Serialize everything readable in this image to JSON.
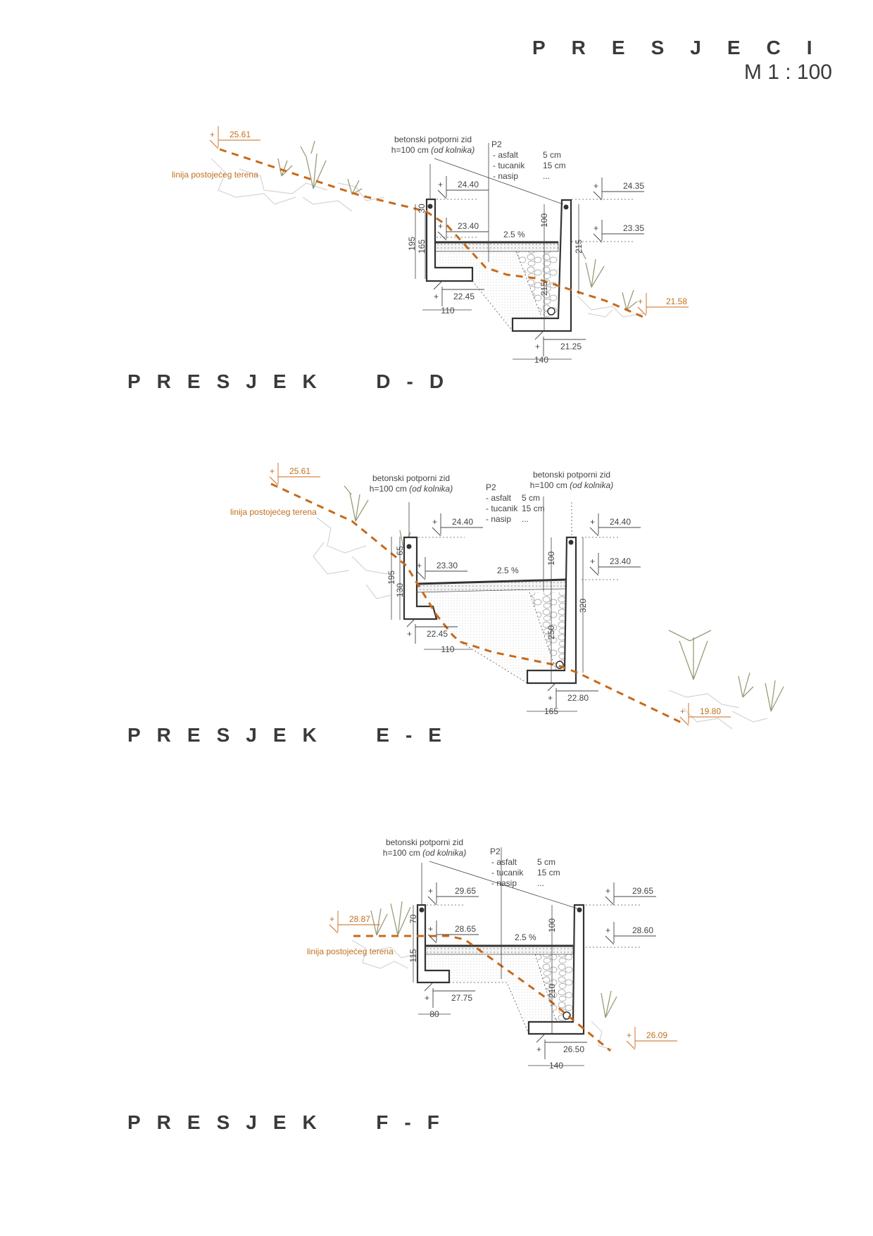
{
  "sheet": {
    "title": "PRESJECI",
    "scale": "M 1 : 100"
  },
  "plus": "+",
  "sections": [
    {
      "title": "PRESJEK  D-D",
      "wall_note_1": "betonski potporni zid",
      "wall_note_2": "h=100 cm",
      "wall_note_2_italic": "(od kolnika)",
      "p2": {
        "label": "P2",
        "layers": [
          "- asfalt",
          "- tucanik",
          "- nasip"
        ],
        "values": [
          "5 cm",
          "15 cm",
          "..."
        ]
      },
      "terrain_label": "linija postojećeg terena",
      "slope": "2.5 %",
      "elevations": {
        "terrain_top": "25.61",
        "left_wall_top": "24.40",
        "left_road": "23.40",
        "left_foot": "22.45",
        "right_wall_top": "24.35",
        "right_road": "23.35",
        "right_foot": "21.25",
        "terrain_bottom": "21.58"
      },
      "dims": {
        "left_foot_width": "110",
        "right_foot_width": "140",
        "left_total": "195",
        "left_inner": "165",
        "left_top": "30",
        "right_top": "100",
        "right_outer": "215",
        "right_inner": "215"
      }
    },
    {
      "title": "PRESJEK  E-E",
      "wall_note_1": "betonski potporni zid",
      "wall_note_2": "h=100 cm",
      "wall_note_2_italic": "(od kolnika)",
      "p2": {
        "label": "P2",
        "layers": [
          "- asfalt",
          "- tucanik",
          "- nasip"
        ],
        "values": [
          "5 cm",
          "15 cm",
          "..."
        ]
      },
      "terrain_label": "linija postojećeg terena",
      "slope": "2.5 %",
      "elevations": {
        "terrain_top": "25.61",
        "left_wall_top": "24.40",
        "left_road": "23.30",
        "left_foot": "22.45",
        "right_wall_top": "24.40",
        "right_road": "23.40",
        "right_foot": "22.80",
        "terrain_bottom": "19.80"
      },
      "dims": {
        "left_foot_width": "110",
        "right_foot_width": "165",
        "left_total": "195",
        "left_inner": "130",
        "left_top": "65",
        "right_top": "100",
        "right_outer": "320",
        "right_inner": "250"
      }
    },
    {
      "title": "PRESJEK  F-F",
      "wall_note_1": "betonski potporni zid",
      "wall_note_2": "h=100 cm",
      "wall_note_2_italic": "(od kolnika)",
      "p2": {
        "label": "P2",
        "layers": [
          "- asfalt",
          "- tucanik",
          "- nasip"
        ],
        "values": [
          "5 cm",
          "15 cm",
          "..."
        ]
      },
      "terrain_label": "linija postojećeg terena",
      "slope": "2.5 %",
      "elevations": {
        "terrain_top": "28.87",
        "left_wall_top": "29.65",
        "left_road": "28.65",
        "left_foot": "27.75",
        "right_wall_top": "29.65",
        "right_road": "28.60",
        "right_foot": "26.50",
        "terrain_bottom": "26.09"
      },
      "dims": {
        "left_foot_width": "80",
        "right_foot_width": "140",
        "left_top": "70",
        "left_inner": "115",
        "right_top": "100",
        "right_inner": "210"
      }
    }
  ],
  "colors": {
    "terrain": "#c8691a",
    "text": "#444444",
    "vegetation": "#9a9b78"
  }
}
